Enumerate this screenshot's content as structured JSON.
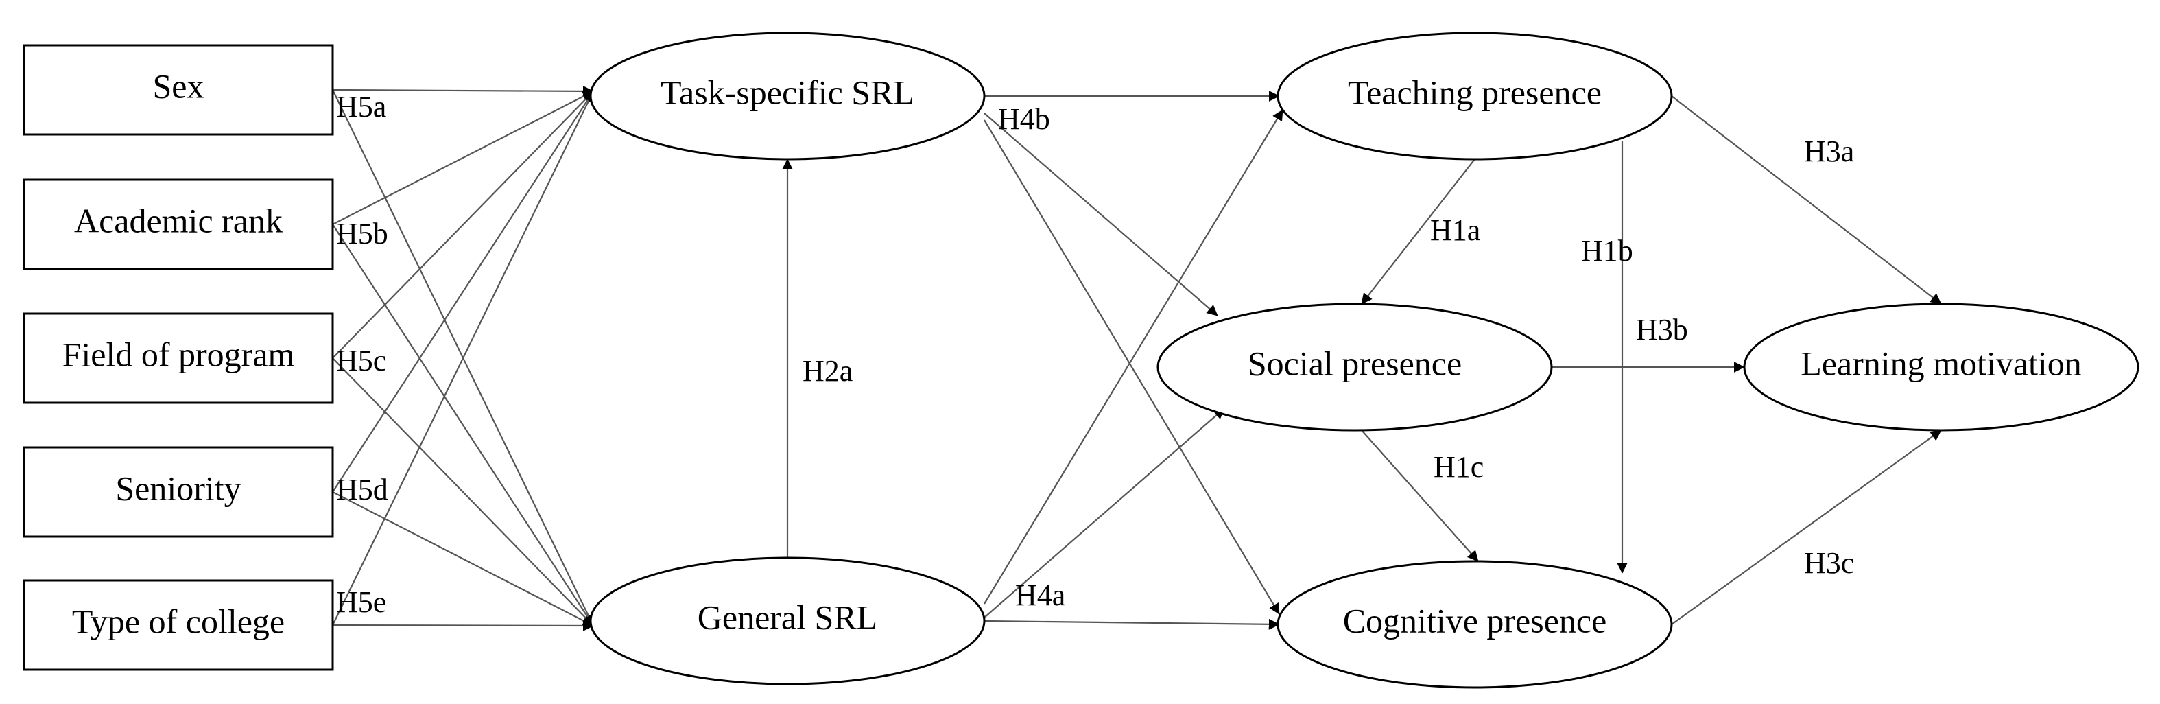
{
  "nodes": {
    "sex": {
      "label": "Sex"
    },
    "academic_rank": {
      "label": "Academic rank"
    },
    "field_of_program": {
      "label": "Field of program"
    },
    "seniority": {
      "label": "Seniority"
    },
    "type_of_college": {
      "label": "Type of college"
    },
    "task_specific_srl": {
      "label": "Task-specific SRL"
    },
    "general_srl": {
      "label": "General SRL"
    },
    "teaching_presence": {
      "label": "Teaching presence"
    },
    "social_presence": {
      "label": "Social presence"
    },
    "cognitive_presence": {
      "label": "Cognitive presence"
    },
    "learning_motivation": {
      "label": "Learning motivation"
    }
  },
  "hypotheses": {
    "h1a": "H1a",
    "h1b": "H1b",
    "h1c": "H1c",
    "h2a": "H2a",
    "h3a": "H3a",
    "h3b": "H3b",
    "h3c": "H3c",
    "h4a": "H4a",
    "h4b": "H4b",
    "h5a": "H5a",
    "h5b": "H5b",
    "h5c": "H5c",
    "h5d": "H5d",
    "h5e": "H5e"
  },
  "edges": [
    {
      "from": "sex",
      "to": "task_specific_srl"
    },
    {
      "from": "sex",
      "to": "general_srl"
    },
    {
      "from": "academic_rank",
      "to": "task_specific_srl"
    },
    {
      "from": "academic_rank",
      "to": "general_srl"
    },
    {
      "from": "field_of_program",
      "to": "task_specific_srl"
    },
    {
      "from": "field_of_program",
      "to": "general_srl"
    },
    {
      "from": "seniority",
      "to": "task_specific_srl"
    },
    {
      "from": "seniority",
      "to": "general_srl"
    },
    {
      "from": "type_of_college",
      "to": "task_specific_srl"
    },
    {
      "from": "type_of_college",
      "to": "general_srl"
    },
    {
      "from": "general_srl",
      "to": "task_specific_srl"
    },
    {
      "from": "task_specific_srl",
      "to": "teaching_presence"
    },
    {
      "from": "task_specific_srl",
      "to": "social_presence"
    },
    {
      "from": "task_specific_srl",
      "to": "cognitive_presence"
    },
    {
      "from": "general_srl",
      "to": "teaching_presence"
    },
    {
      "from": "general_srl",
      "to": "social_presence"
    },
    {
      "from": "general_srl",
      "to": "cognitive_presence"
    },
    {
      "from": "teaching_presence",
      "to": "social_presence"
    },
    {
      "from": "teaching_presence",
      "to": "cognitive_presence"
    },
    {
      "from": "social_presence",
      "to": "cognitive_presence"
    },
    {
      "from": "teaching_presence",
      "to": "learning_motivation"
    },
    {
      "from": "social_presence",
      "to": "learning_motivation"
    },
    {
      "from": "cognitive_presence",
      "to": "learning_motivation"
    }
  ]
}
